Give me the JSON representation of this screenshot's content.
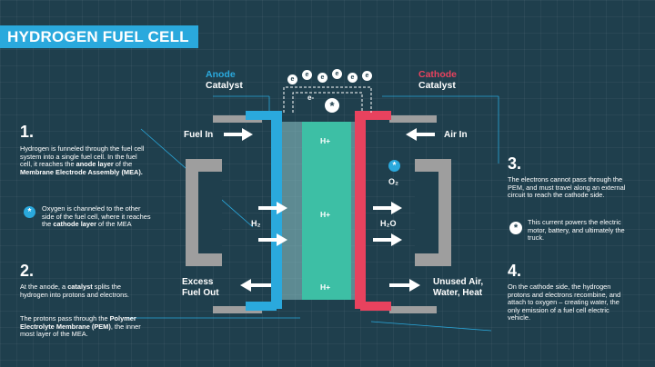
{
  "title": "HYDROGEN FUEL CELL",
  "anode": {
    "name": "Anode",
    "sub": "Catalyst"
  },
  "cathode": {
    "name": "Cathode",
    "sub": "Catalyst"
  },
  "electron_label": "e-",
  "electron_symbol": "e",
  "star_symbol": "*",
  "labels": {
    "fuel_in": "Fuel In",
    "air_in": "Air In",
    "h2": "H₂",
    "o2": "O₂",
    "h2o": "H₂O",
    "excess_fuel_l1": "Excess",
    "excess_fuel_l2": "Fuel Out",
    "unused_air_l1": "Unused Air,",
    "unused_air_l2": "Water, Heat",
    "h_plus": "H+"
  },
  "steps": [
    {
      "number": "1.",
      "text_parts": [
        "Hydrogen is funneled through the fuel cell system into a single fuel cell. In the fuel cell, it reaches the ",
        "anode layer",
        " of the ",
        "Membrane Electrode Assembly (MEA)."
      ],
      "note_parts": [
        "Oxygen is channeled to the other side of the fuel cell, where it reaches the ",
        "cathode layer",
        " of the MEA"
      ]
    },
    {
      "number": "2.",
      "text_parts": [
        "At the anode, a ",
        "catalyst",
        " splits the hydrogen into protons and electrons."
      ],
      "text2_parts": [
        "The protons pass through the ",
        "Polymer Electrolyte Membrane (PEM)",
        ", the inner most layer of the MEA."
      ]
    },
    {
      "number": "3.",
      "text": "The electrons cannot pass through the PEM, and must travel along an external circuit to reach the cathode side.",
      "note": "This current powers the electric motor, battery, and ultimately the truck."
    },
    {
      "number": "4.",
      "text": "On the cathode side, the hydrogen protons and electrons recombine, and attach to oxygen – creating water, the only emission of a fuel cell electric vehicle."
    }
  ],
  "colors": {
    "background": "#1f3f4d",
    "anode": "#2aa9dd",
    "cathode": "#e8425e",
    "membrane": "#3dbfa5",
    "plate": "#9e9e9e"
  }
}
